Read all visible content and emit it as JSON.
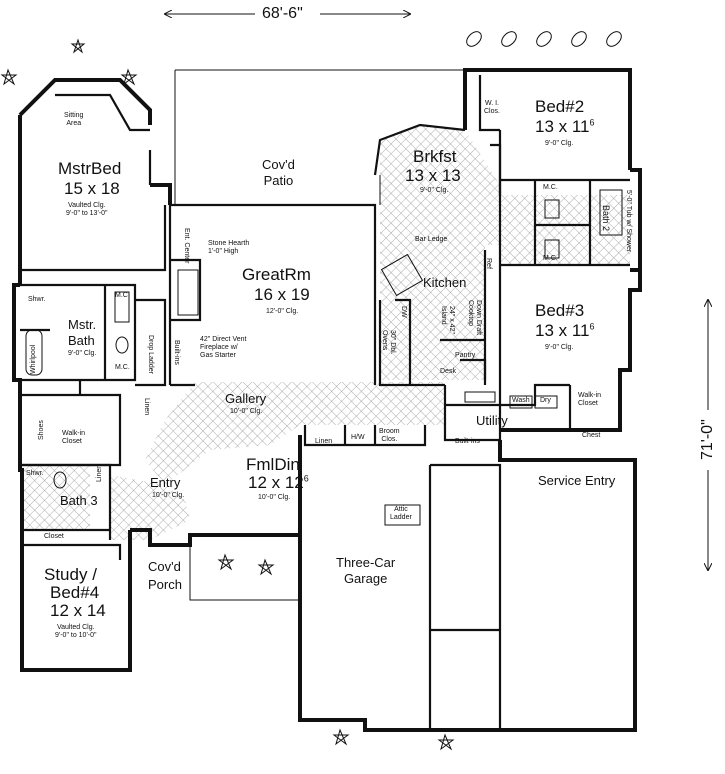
{
  "overall": {
    "width": "68'-6\"",
    "depth": "71'-0\""
  },
  "rooms": {
    "mstr_bed": {
      "name": "MstrBed",
      "size": "15 x 18",
      "note1": "Vaulted Clg.",
      "note2": "9'-0\" to 13'-0\""
    },
    "sitting": {
      "name": "Sitting",
      "name2": "Area"
    },
    "patio": {
      "name": "Cov'd",
      "name2": "Patio"
    },
    "brkfst": {
      "name": "Brkfst",
      "size": "13 x 13",
      "note": "9'-0\" Clg."
    },
    "bed2": {
      "name": "Bed#2",
      "size": "13 x 11",
      "sup": "6",
      "note": "9'-0\" Clg."
    },
    "wi_clos": {
      "name": "W. I.",
      "name2": "Clos."
    },
    "bath2": {
      "name": "Bath 2"
    },
    "tub": {
      "name": "5'-0\" Tub",
      "name2": "w/ Shower"
    },
    "great_rm": {
      "name": "GreatRm",
      "size": "16 x 19",
      "note": "12'-0\" Clg."
    },
    "hearth": {
      "line1": "Stone Hearth",
      "line2": "1'-0\" High"
    },
    "fireplace": {
      "line1": "42\" Direct Vent",
      "line2": "Fireplace w/",
      "line3": "Gas Starter"
    },
    "ent_center": {
      "name": "Ent.",
      "name2": "Center"
    },
    "bar_ledge": {
      "name": "Bar Ledge"
    },
    "kitchen": {
      "name": "Kitchen"
    },
    "ref": {
      "name": "Ref"
    },
    "down_draft": {
      "line1": "Down Draft",
      "line2": "Cooktop"
    },
    "island": {
      "line1": "24\" x 42\"",
      "line2": "Island"
    },
    "ovens": {
      "line1": "30\" Dbl.",
      "line2": "Ovens"
    },
    "dw": {
      "name": "DW"
    },
    "pantry": {
      "name": "Pantry"
    },
    "desk": {
      "name": "Desk"
    },
    "bed3": {
      "name": "Bed#3",
      "size": "13 x 11",
      "sup": "6",
      "note": "9'-0\" Clg."
    },
    "mc": {
      "name": "M.C."
    },
    "mstr_bath": {
      "name": "Mstr.",
      "name2": "Bath",
      "note": "9'-0\" Clg."
    },
    "whirlpool": {
      "name": "Whirlpool"
    },
    "shwr": {
      "name": "Shwr."
    },
    "linen": {
      "name": "Linen"
    },
    "walkin_m": {
      "name": "Walk-in",
      "name2": "Closet"
    },
    "shoes": {
      "name": "Shoes"
    },
    "drop_ladder": {
      "name": "Drop",
      "name2": "Ladder"
    },
    "built_ins": {
      "name": "Built-ins"
    },
    "gallery": {
      "name": "Gallery",
      "note": "10'-0\" Clg."
    },
    "broom_clos": {
      "name": "Broom",
      "name2": "Clos."
    },
    "hw": {
      "name": "H/W"
    },
    "wash": {
      "name": "Wash"
    },
    "dry": {
      "name": "Dry"
    },
    "utility": {
      "name": "Utility"
    },
    "walkin_b3": {
      "name": "Walk-in",
      "name2": "Closet"
    },
    "chest": {
      "name": "Chest"
    },
    "service": {
      "name": "Service Entry"
    },
    "fml_din": {
      "name": "FmlDin",
      "size": "12 x 12",
      "sup": "6",
      "note": "10'-0\" Clg."
    },
    "entry": {
      "name": "Entry",
      "note": "10'-0\" Clg."
    },
    "bath3": {
      "name": "Bath 3"
    },
    "closet_s": {
      "name": "Closet"
    },
    "study": {
      "name": "Study /",
      "name2": "Bed#4",
      "size": "12 x 14",
      "note1": "Vaulted Clg.",
      "note2": "9'-0\" to 10'-0\""
    },
    "porch": {
      "name": "Cov'd",
      "name2": "Porch"
    },
    "garage": {
      "name": "Three-Car",
      "name2": "Garage"
    },
    "attic": {
      "name": "Attic",
      "name2": "Ladder"
    }
  }
}
